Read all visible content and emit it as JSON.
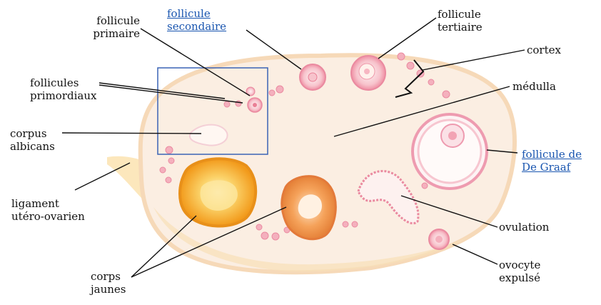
{
  "labels": {
    "follicule_primaire": [
      "follicule",
      "primaire"
    ],
    "follicule_secondaire": [
      "follicule",
      "secondaire"
    ],
    "follicule_tertiaire": [
      "follicule",
      "tertiaire"
    ],
    "cortex": "cortex",
    "follicules_primordiaux": [
      "follicules",
      "primordiaux"
    ],
    "medulla": "médulla",
    "corpus_albicans": [
      "corpus",
      "albicans"
    ],
    "follicule_de_graaf": [
      "follicule de",
      "De Graaf"
    ],
    "ligament": [
      "ligament",
      "utéro-ovarien"
    ],
    "ovulation": "ovulation",
    "corps_jaunes": [
      "corps",
      "jaunes"
    ],
    "ovocyte_expulse": [
      "ovocyte",
      "expulsé"
    ]
  },
  "colors": {
    "ovary_fill": "#fbeee2",
    "ligament_fill": "#fbe3b0",
    "follicle_pink": "#f2a3b4",
    "corpus_luteum": "#f5a623",
    "link_blue": "#1a56b0",
    "zoom_box": "#3a63b5"
  }
}
